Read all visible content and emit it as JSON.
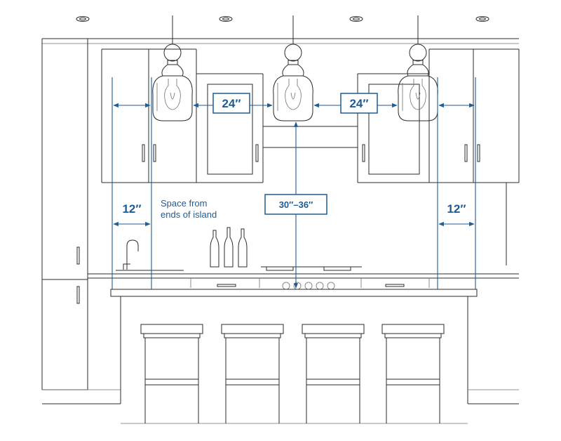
{
  "dimensions": {
    "left_spacing": "24″",
    "right_spacing": "24″",
    "left_end": "12″",
    "right_end": "12″",
    "height": "30″–36″"
  },
  "annotation": {
    "line1": "Space from",
    "line2": "ends of island"
  },
  "colors": {
    "dimension": "#1f5b94",
    "sketch": "#2b2b2b"
  }
}
